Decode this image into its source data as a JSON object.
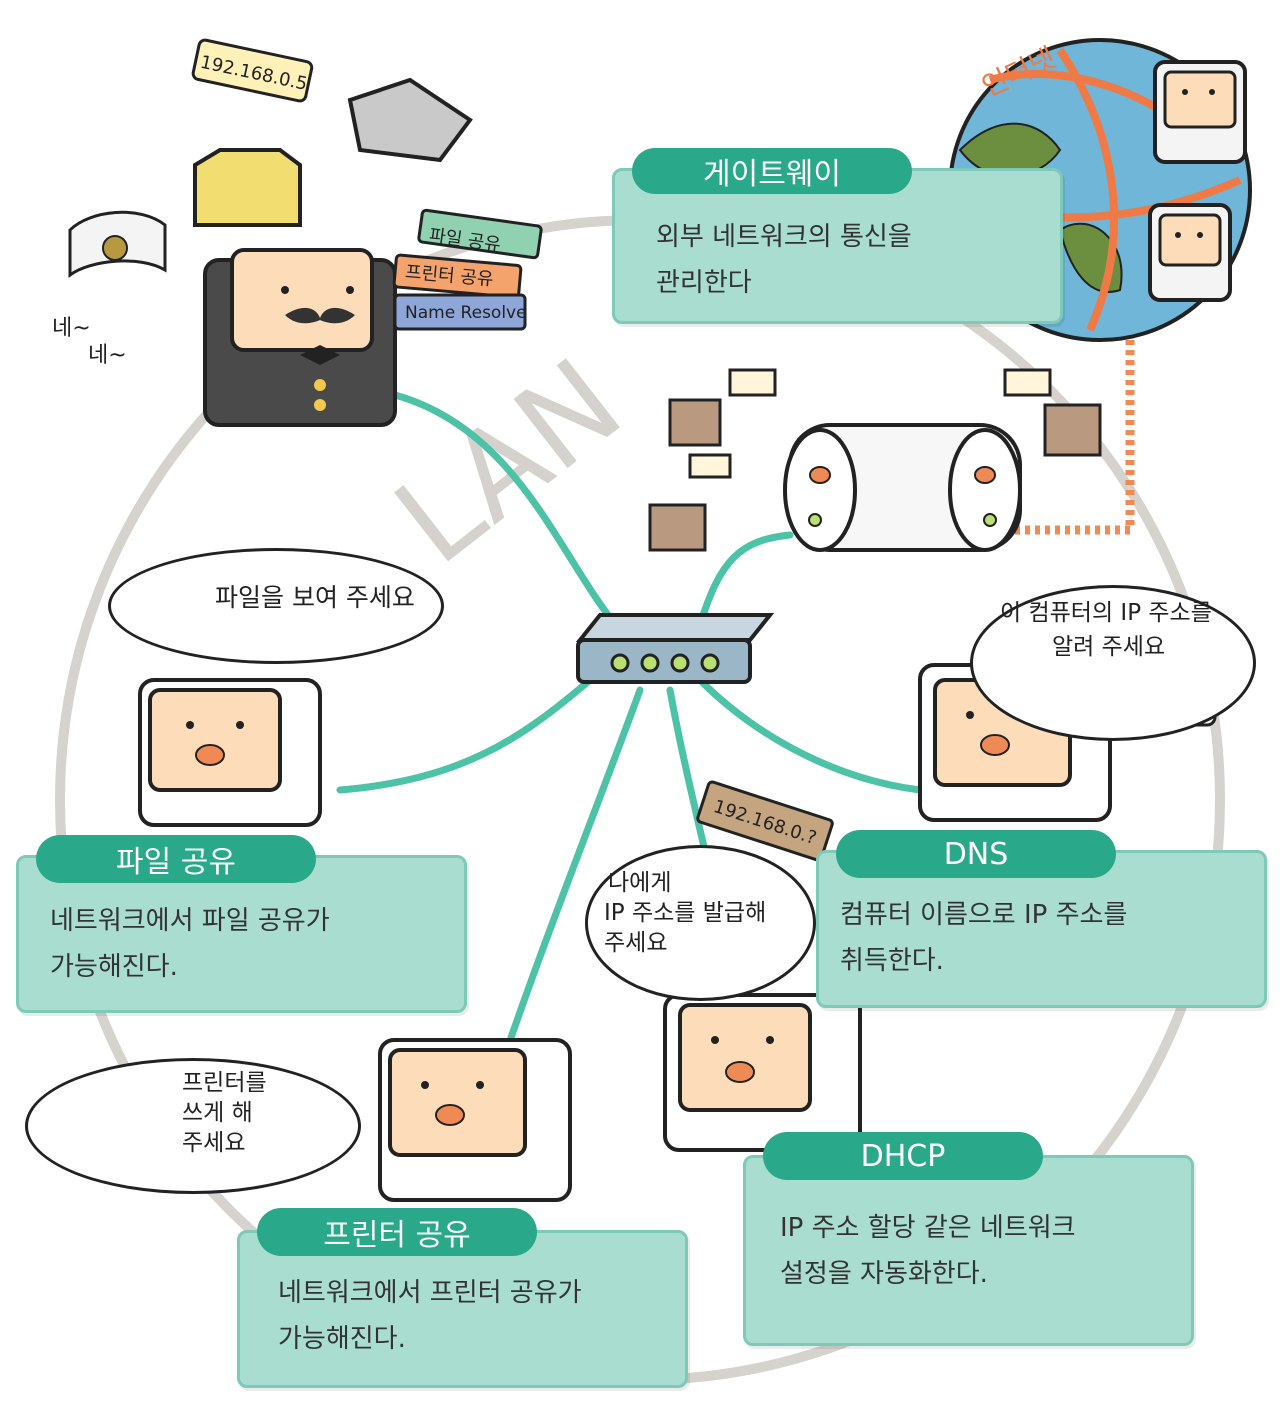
{
  "lan_label": "LAN",
  "internet_label": "인터넷",
  "panels": {
    "gateway": {
      "title": "게이트웨이",
      "line1": "외부 네트워크의 통신을",
      "line2": "관리한다"
    },
    "file": {
      "title": "파일 공유",
      "line1": "네트워크에서 파일 공유가",
      "line2": "가능해진다."
    },
    "dns": {
      "title": "DNS",
      "line1": "컴퓨터 이름으로 IP 주소를",
      "line2": "취득한다."
    },
    "printer": {
      "title": "프린터 공유",
      "line1": "네트워크에서 프린터 공유가",
      "line2": "가능해진다."
    },
    "dhcp": {
      "title": "DHCP",
      "line1": "IP 주소 할당 같은 네트워크",
      "line2": "설정을 자동화한다."
    }
  },
  "bubbles": {
    "file": {
      "line1": "파일을 보여 주세요"
    },
    "dns": {
      "line1": "이 컴퓨터의 IP 주소를",
      "line2": "알려 주세요"
    },
    "dhcp": {
      "line1": "나에게",
      "line2": "IP 주소를 발급해",
      "line3": "주세요"
    },
    "printer": {
      "line1": "프린터를",
      "line2": "쓰게 해",
      "line3": "주세요"
    }
  },
  "server": {
    "reply1": "네~",
    "reply2": "네~",
    "ip_tag": "192.168.0.5",
    "books": [
      "파일 공유",
      "프린터 공유",
      "Name Resolve"
    ]
  },
  "dhcp_sign": "192.168.0.?",
  "colors": {
    "panel": "#a8ddd0",
    "panel_border": "#7ccab7",
    "tab": "#2aa98a",
    "cable": "#4cc2a6",
    "wan": "#f08a55"
  }
}
